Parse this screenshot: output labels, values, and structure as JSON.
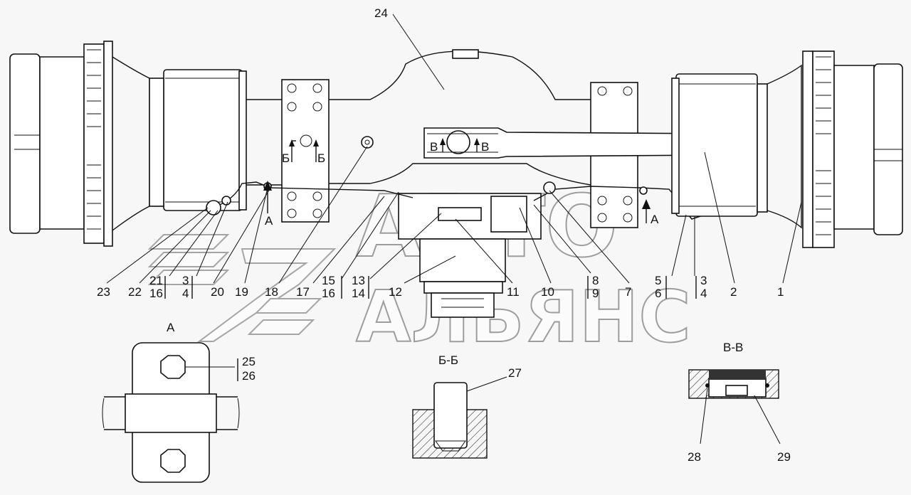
{
  "callouts": {
    "c1": "1",
    "c2": "2",
    "c3a": "3",
    "c4a": "4",
    "c3b": "3",
    "c4b": "4",
    "c5": "5",
    "c6": "6",
    "c7": "7",
    "c8": "8",
    "c9": "9",
    "c10": "10",
    "c11": "11",
    "c12": "12",
    "c13": "13",
    "c14": "14",
    "c15": "15",
    "c16a": "16",
    "c16b": "16",
    "c17": "17",
    "c18": "18",
    "c19": "19",
    "c20": "20",
    "c21": "21",
    "c22": "22",
    "c23": "23",
    "c24": "24",
    "c25": "25",
    "c26": "26",
    "c27": "27",
    "c28": "28",
    "c29": "29"
  },
  "section_marks": {
    "a_left": "A",
    "a_right": "A",
    "b_left": "Б",
    "b_right": "Б",
    "v_left": "В",
    "v_right": "В"
  },
  "views": {
    "view_a": "A",
    "view_bb": "Б-Б",
    "view_vv": "В-В"
  },
  "watermark": {
    "line1": "АВТО",
    "line2": "АЛЬЯНС"
  }
}
